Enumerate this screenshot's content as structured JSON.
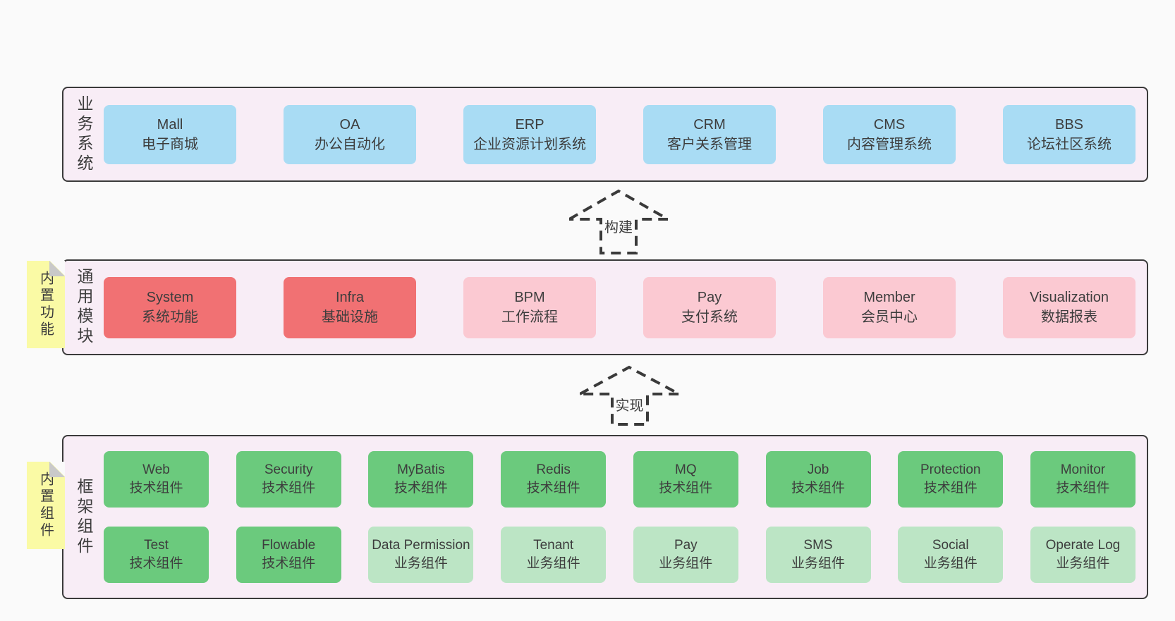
{
  "diagram": {
    "arrows": [
      {
        "label": "构建"
      },
      {
        "label": "实现"
      }
    ],
    "layers": {
      "business": {
        "label": "业务系统",
        "boxes": [
          {
            "title": "Mall",
            "subtitle": "电子商城",
            "variant": "blue"
          },
          {
            "title": "OA",
            "subtitle": "办公自动化",
            "variant": "blue"
          },
          {
            "title": "ERP",
            "subtitle": "企业资源计划系统",
            "variant": "blue"
          },
          {
            "title": "CRM",
            "subtitle": "客户关系管理",
            "variant": "blue"
          },
          {
            "title": "CMS",
            "subtitle": "内容管理系统",
            "variant": "blue"
          },
          {
            "title": "BBS",
            "subtitle": "论坛社区系统",
            "variant": "blue"
          }
        ]
      },
      "modules": {
        "label": "通用模块",
        "note": "内置功能",
        "boxes": [
          {
            "title": "System",
            "subtitle": "系统功能",
            "variant": "red"
          },
          {
            "title": "Infra",
            "subtitle": "基础设施",
            "variant": "red"
          },
          {
            "title": "BPM",
            "subtitle": "工作流程",
            "variant": "pink"
          },
          {
            "title": "Pay",
            "subtitle": "支付系统",
            "variant": "pink"
          },
          {
            "title": "Member",
            "subtitle": "会员中心",
            "variant": "pink"
          },
          {
            "title": "Visualization",
            "subtitle": "数据报表",
            "variant": "pink"
          }
        ]
      },
      "components": {
        "label": "框架组件",
        "note": "内置组件",
        "rows": [
          [
            {
              "title": "Web",
              "subtitle": "技术组件",
              "variant": "green"
            },
            {
              "title": "Security",
              "subtitle": "技术组件",
              "variant": "green"
            },
            {
              "title": "MyBatis",
              "subtitle": "技术组件",
              "variant": "green"
            },
            {
              "title": "Redis",
              "subtitle": "技术组件",
              "variant": "green"
            },
            {
              "title": "MQ",
              "subtitle": "技术组件",
              "variant": "green"
            },
            {
              "title": "Job",
              "subtitle": "技术组件",
              "variant": "green"
            },
            {
              "title": "Protection",
              "subtitle": "技术组件",
              "variant": "green"
            },
            {
              "title": "Monitor",
              "subtitle": "技术组件",
              "variant": "green"
            }
          ],
          [
            {
              "title": "Test",
              "subtitle": "技术组件",
              "variant": "green"
            },
            {
              "title": "Flowable",
              "subtitle": "技术组件",
              "variant": "green"
            },
            {
              "title": "Data Permission",
              "subtitle": "业务组件",
              "variant": "lightgreen"
            },
            {
              "title": "Tenant",
              "subtitle": "业务组件",
              "variant": "lightgreen"
            },
            {
              "title": "Pay",
              "subtitle": "业务组件",
              "variant": "lightgreen"
            },
            {
              "title": "SMS",
              "subtitle": "业务组件",
              "variant": "lightgreen"
            },
            {
              "title": "Social",
              "subtitle": "业务组件",
              "variant": "lightgreen"
            },
            {
              "title": "Operate Log",
              "subtitle": "业务组件",
              "variant": "lightgreen"
            }
          ]
        ]
      }
    },
    "colors": {
      "page_bg": "#fafafa",
      "panel_bg": "#f8edf6",
      "panel_border": "#3a3a3a",
      "blue": "#a9dcf4",
      "red": "#f17173",
      "pink": "#fbc9d2",
      "green": "#6bca7d",
      "lightgreen": "#bce5c5",
      "note_bg": "#fafaa5",
      "note_fold": "#c9c9c9",
      "text": "#3d3d3d",
      "arrow": "#3a3a3a"
    }
  }
}
